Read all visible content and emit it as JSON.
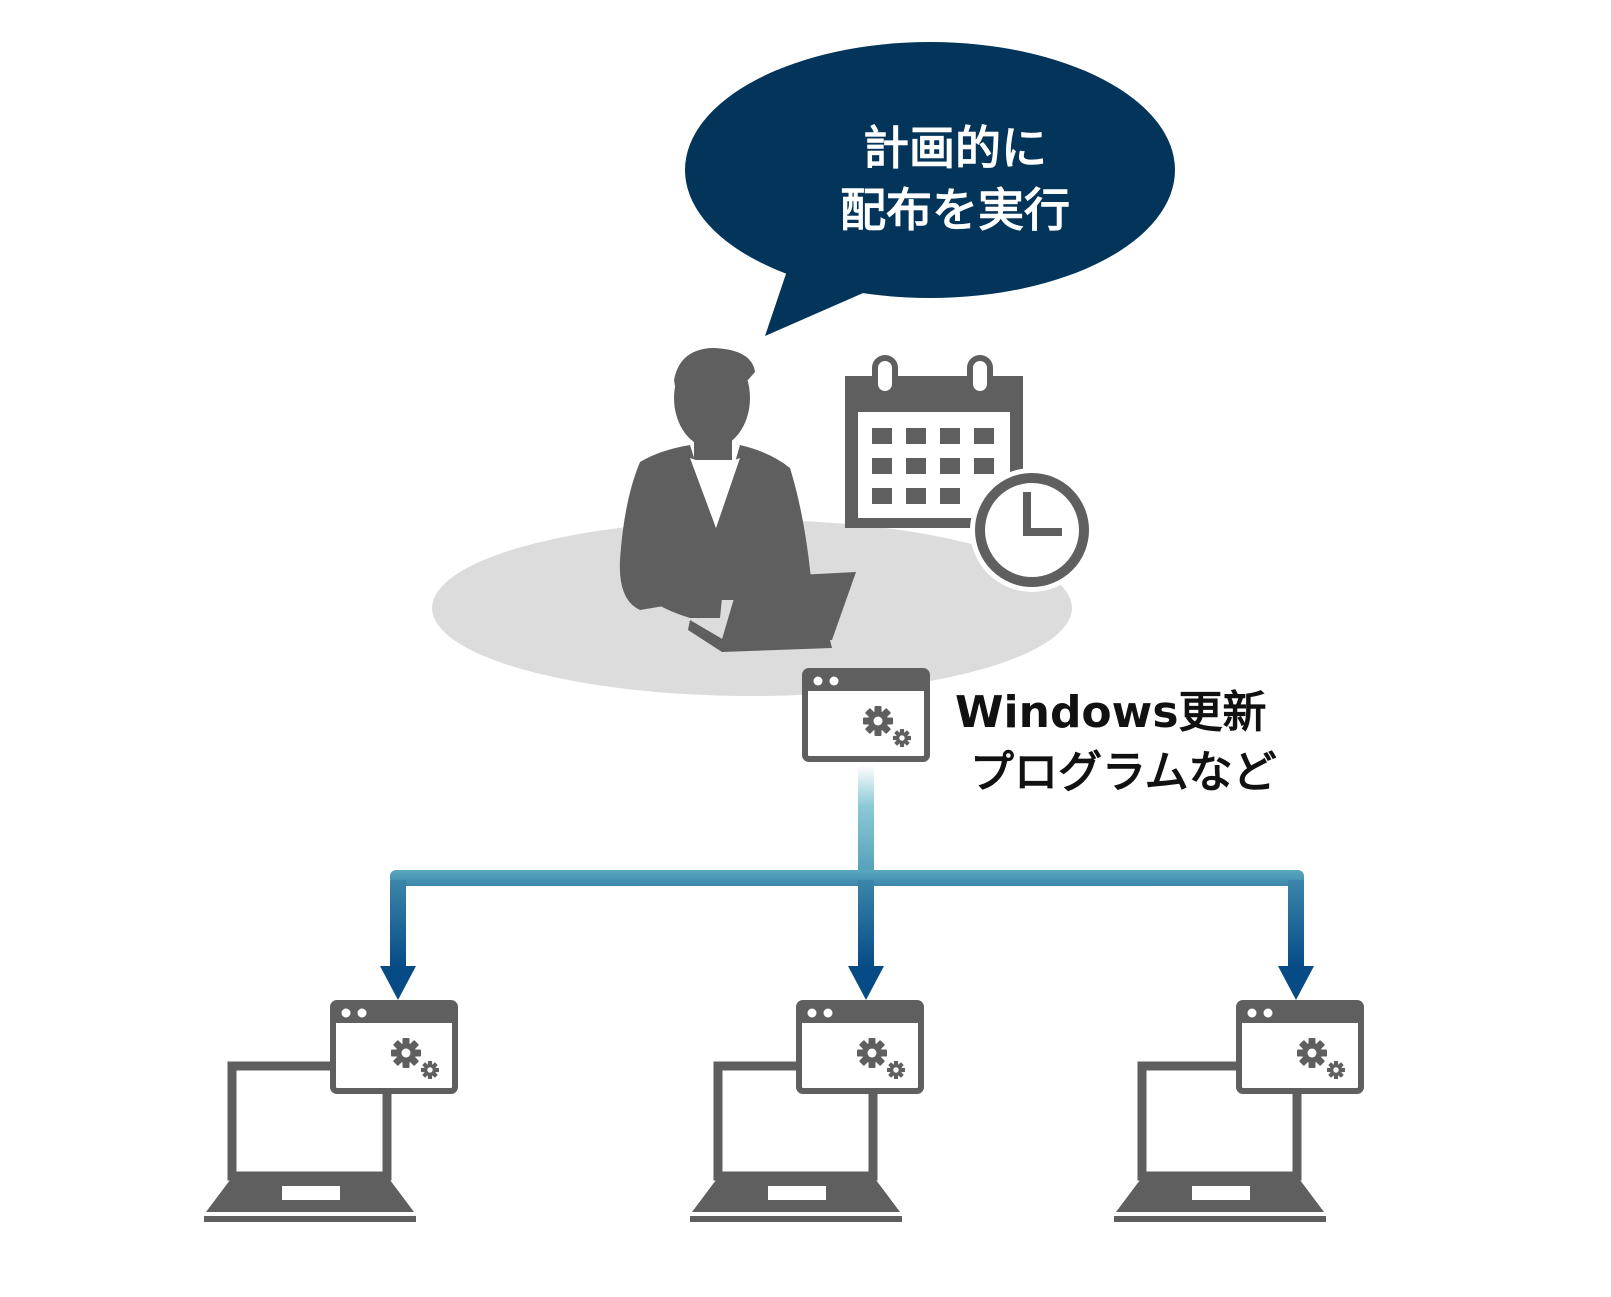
{
  "speech_bubble": {
    "line1": "計画的に",
    "line2": "配布を実行"
  },
  "program_label": {
    "line1": "Windows更新",
    "line2": "プログラムなど"
  },
  "colors": {
    "bubble": "#033459",
    "icon_gray": "#5f5f5f",
    "platform": "#dcdcdc",
    "arrow_light": "#8cc9d6",
    "arrow_mid": "#4a9ab5",
    "arrow_dark": "#064a86"
  },
  "icons": {
    "person": "person-at-laptop-icon",
    "calendar": "calendar-icon",
    "clock": "clock-icon",
    "program_window": "settings-window-icon",
    "client": "laptop-icon"
  },
  "client_count": 3
}
